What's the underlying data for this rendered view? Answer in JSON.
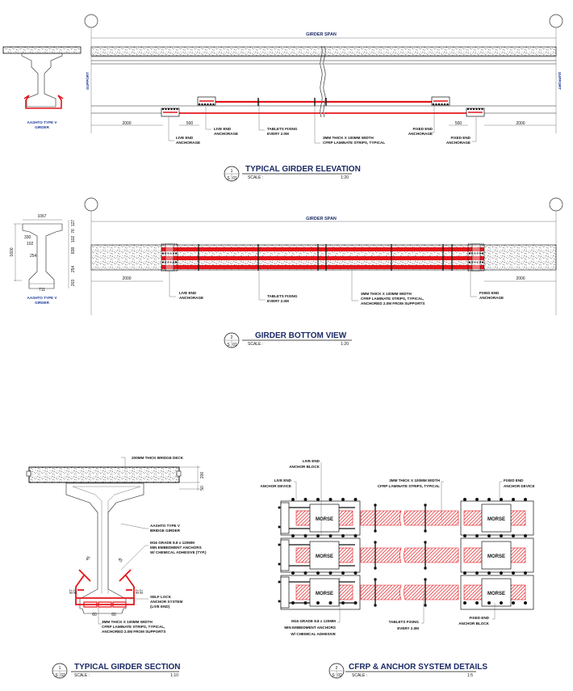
{
  "colors": {
    "cfrp": "#e4161b",
    "title": "#1b2a66",
    "label_blue": "#1f3b9c"
  },
  "elevation": {
    "title": "TYPICAL GIRDER ELEVATION",
    "number": "1",
    "sheet": "S",
    "sheet_no": "01",
    "scale_label": "SCALE :",
    "scale": "1:20",
    "span_label": "GIRDER SPAN",
    "support_label": "SUPPORT",
    "section_label": [
      "AASHTO TYPE V",
      "GIRDER"
    ],
    "dims": [
      "2000",
      "500",
      "500",
      "2000"
    ],
    "labels": {
      "live_end_lower": [
        "LIVE END",
        "ANCHORAGE"
      ],
      "live_end_upper": [
        "LIVE END",
        "ANCHORAGE"
      ],
      "tablets": [
        "TABLETS FIXING",
        "EVERY 2.0M"
      ],
      "cfrp": [
        "3MM THICK X 100MM WIDTH",
        "CFRP LAMINATE STRIPS, TYPICAL"
      ],
      "fixed_end_upper": [
        "FIXED END",
        "ANCHORAGE"
      ],
      "fixed_end_lower": [
        "FIXED END",
        "ANCHORAGE"
      ]
    }
  },
  "bottom_view": {
    "title": "GIRDER BOTTOM VIEW",
    "number": "2",
    "sheet": "S",
    "sheet_no": "01",
    "scale_label": "SCALE :",
    "scale": "1:20",
    "span_label": "GIRDER SPAN",
    "section_label": [
      "AASHTO TYPE V",
      "GIRDER"
    ],
    "section_dims": {
      "top_width": "1067",
      "height": "1600",
      "bottom_width": "711",
      "d127": "127",
      "d76": "76",
      "d102a": "102",
      "d838": "838",
      "d254a": "254",
      "d203": "203",
      "d330": "330",
      "d102b": "102",
      "d254b": "254"
    },
    "dims": [
      "2000",
      "2000"
    ],
    "labels": {
      "live_end": [
        "LIVE END",
        "ANCHORAGE"
      ],
      "tablets": [
        "TABLETS FIXING",
        "EVERY 2.0M"
      ],
      "cfrp": [
        "3MM THICK X 100MM WIDTH",
        "CFRP LAMINATE STRIPS, TYPICAL,",
        "ANCHORED 2.0M FROM SUPPORTS"
      ],
      "fixed_end": [
        "FIXED END",
        "ANCHORAGE"
      ]
    }
  },
  "section": {
    "title": "TYPICAL GIRDER SECTION",
    "number": "1",
    "sheet": "S",
    "sheet_no": "02",
    "scale_label": "SCALE :",
    "scale": "1:10",
    "dims": {
      "deck": "200",
      "haunch": "50",
      "a1": "45",
      "a2": "45",
      "b1": "87",
      "b2": "87",
      "b3": "87",
      "b4": "87",
      "c1": "60",
      "c2": "60"
    },
    "labels": {
      "deck": [
        "200MM THICK BRIDGE DECK"
      ],
      "girder": [
        "AASHTO TYPE V",
        "BRIDGE GIRDER"
      ],
      "anchors": [
        "M16 GRADE 8.8 x 120MM",
        "MIN EMBEDMENT ANCHORS",
        "W/ CHEMICAL ADHESIVE (TYP.)"
      ],
      "self_lock": [
        "SELF LOCK",
        "ANCHOR SYSTEM",
        "(LIVE END)"
      ],
      "cfrp": [
        "3MM THICK X 100MM WIDTH",
        "CFRP LAMINATE STRIPS, TYPICAL,",
        "ANCHORED 2.0M FROM SUPPORTS"
      ]
    }
  },
  "anchor_details": {
    "title": "CFRP & ANCHOR SYSTEM DETAILS",
    "number": "2",
    "sheet": "S",
    "sheet_no": "02",
    "scale_label": "SCALE :",
    "scale": "1:5",
    "logo": "MORSE",
    "labels": {
      "live_block": [
        "LIVE END",
        "ANCHOR BLOCK"
      ],
      "live_device": [
        "LIVE END",
        "ANCHOR DEVICE"
      ],
      "cfrp": [
        "3MM THICK X 100MM WIDTH",
        "CFRP LAMINATE STRIPS, TYPICAL"
      ],
      "fixed_device": [
        "FIXED END",
        "ANCHOR DEVICE"
      ],
      "anchors": [
        "M16 GRADE 8.8 x 120MM",
        "MIN EMBEDMENT ANCHORS",
        "W/ CHEMICAL ADHESIVE"
      ],
      "tablets": [
        "TABLETS FIXING",
        "EVERY 2.0M"
      ],
      "fixed_block": [
        "FIXED END",
        "ANCHOR BLOCK"
      ]
    }
  }
}
